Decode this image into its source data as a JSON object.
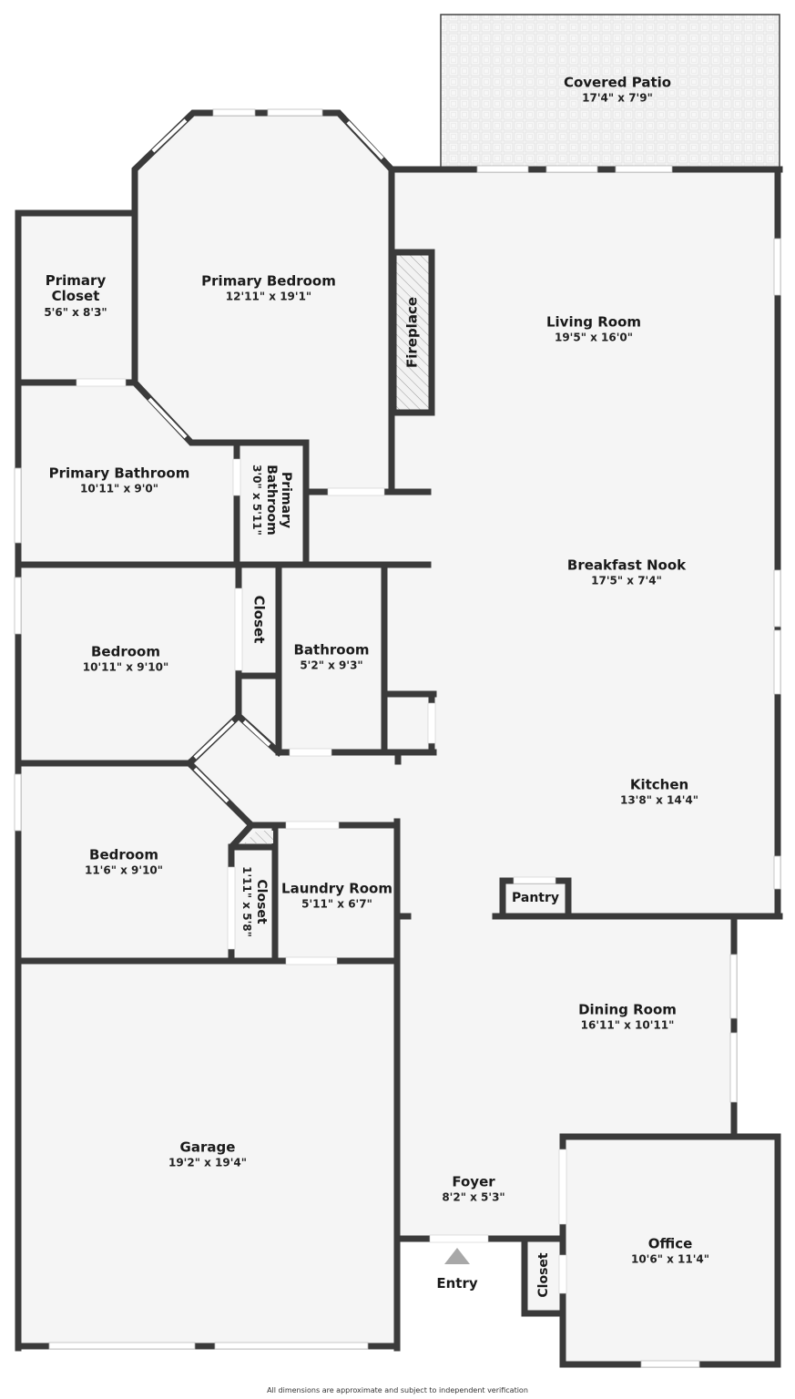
{
  "plan": {
    "colors": {
      "wall": "#3a3a3a",
      "floor": "#f5f5f5",
      "background": "#ffffff",
      "window": "#ffffff",
      "entry_arrow": "#a8a8a8"
    },
    "rooms": {
      "covered_patio": {
        "name": "Covered Patio",
        "dim": "17'4\" x 7'9\""
      },
      "primary_bedroom": {
        "name": "Primary Bedroom",
        "dim": "12'11\" x 19'1\""
      },
      "primary_closet": {
        "name_line1": "Primary",
        "name_line2": "Closet",
        "dim": "5'6\" x 8'3\""
      },
      "fireplace": {
        "name": "Fireplace"
      },
      "living_room": {
        "name": "Living Room",
        "dim": "19'5\" x 16'0\""
      },
      "primary_bathroom": {
        "name": "Primary Bathroom",
        "dim": "10'11\" x 9'0\""
      },
      "primary_bathroom_small": {
        "name_line1": "Primary",
        "name_line2": "Bathroom",
        "dim": "3'0\" x 5'11\""
      },
      "breakfast_nook": {
        "name": "Breakfast Nook",
        "dim": "17'5\" x 7'4\""
      },
      "bedroom_1": {
        "name": "Bedroom",
        "dim": "10'11\" x 9'10\""
      },
      "closet_1": {
        "name": "Closet"
      },
      "bathroom": {
        "name": "Bathroom",
        "dim": "5'2\" x 9'3\""
      },
      "kitchen": {
        "name": "Kitchen",
        "dim": "13'8\" x 14'4\""
      },
      "bedroom_2": {
        "name": "Bedroom",
        "dim": "11'6\" x 9'10\""
      },
      "closet_2": {
        "name": "Closet",
        "dim": "1'11\" x 5'8\""
      },
      "laundry_room": {
        "name": "Laundry Room",
        "dim": "5'11\" x 6'7\""
      },
      "pantry": {
        "name": "Pantry"
      },
      "dining_room": {
        "name": "Dining Room",
        "dim": "16'11\" x 10'11\""
      },
      "garage": {
        "name": "Garage",
        "dim": "19'2\" x 19'4\""
      },
      "foyer": {
        "name": "Foyer",
        "dim": "8'2\" x 5'3\""
      },
      "office": {
        "name": "Office",
        "dim": "10'6\" x 11'4\""
      },
      "closet_3": {
        "name": "Closet"
      }
    },
    "entry": {
      "label": "Entry",
      "icon": "triangle-up-arrow"
    },
    "footer": "All dimensions are approximate and subject to independent verification"
  }
}
